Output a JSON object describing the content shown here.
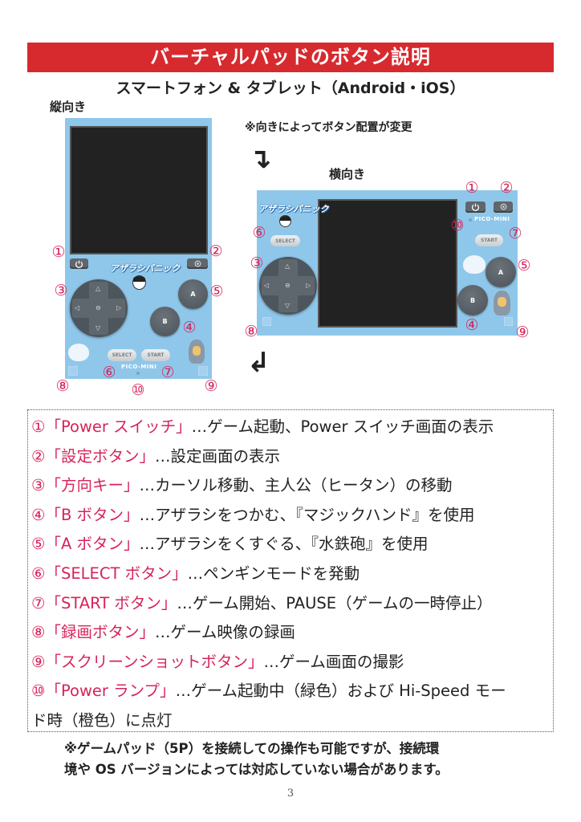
{
  "banner_title": "バーチャルパッドのボタン説明",
  "subtitle": "スマートフォン & タブレット（Android・iOS）",
  "portrait_label": "縦向き",
  "landscape_label": "横向き",
  "orientation_note": "※向きによってボタン配置が変更",
  "colors": {
    "banner": "#d62a2f",
    "accent_text": "#d6245a",
    "device": "#8fc7ea"
  },
  "device": {
    "logo": "アザラシパニック",
    "brand": "PICO-MINI",
    "select": "SELECT",
    "start": "START",
    "a": "A",
    "b": "B",
    "icons": [
      "power-icon",
      "gear-icon",
      "record-icon",
      "screenshot-icon",
      "dpad-arrows"
    ]
  },
  "markers": [
    "①",
    "②",
    "③",
    "④",
    "⑤",
    "⑥",
    "⑦",
    "⑧",
    "⑨",
    "⑩"
  ],
  "items": [
    {
      "key": "①「Power スイッチ」",
      "desc": "…ゲーム起動、Power スイッチ画面の表示"
    },
    {
      "key": "②「設定ボタン」",
      "desc": "…設定画面の表示"
    },
    {
      "key": "③「方向キー」",
      "desc": "…カーソル移動、主人公（ヒータン）の移動"
    },
    {
      "key": "④「B ボタン」",
      "desc": "…アザラシをつかむ、『マジックハンド』を使用"
    },
    {
      "key": "⑤「A ボタン」",
      "desc": "…アザラシをくすぐる、『水鉄砲』を使用"
    },
    {
      "key": "⑥「SELECT ボタン」",
      "desc": "…ペンギンモードを発動"
    },
    {
      "key": "⑦「START ボタン」",
      "desc": "…ゲーム開始、PAUSE（ゲームの一時停止）"
    },
    {
      "key": "⑧「録画ボタン」",
      "desc": "…ゲーム映像の録画"
    },
    {
      "key": "⑨「スクリーンショットボタン」",
      "desc": "…ゲーム画面の撮影"
    },
    {
      "key": "⑩「Power ランプ」",
      "desc": "…ゲーム起動中（緑色）および Hi-Speed モー"
    }
  ],
  "item10_cont": "ド時（橙色）に点灯",
  "footer_line1": "※ゲームパッド（5P）を接続しての操作も可能ですが、接続環",
  "footer_line2": "境や OS バージョンによっては対応していない場合があります。",
  "page_number": "3"
}
